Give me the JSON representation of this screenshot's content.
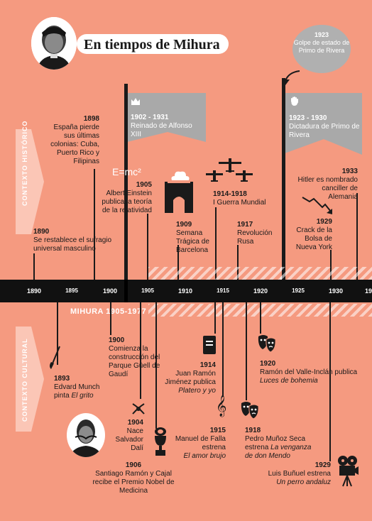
{
  "title": "En tiempos de Mihura",
  "sections": {
    "historic": "CONTEXTO HISTÓRICO",
    "cultural": "CONTEXTO CULTURAL"
  },
  "axis_years": [
    "1890",
    "1895",
    "1900",
    "1905",
    "1910",
    "1915",
    "1920",
    "1925",
    "1930",
    "19"
  ],
  "mihura_span": "MIHURA 1905-1977",
  "badge": {
    "year": "1923",
    "text": "Golpe de estado de Primo de Rivera"
  },
  "flags": [
    {
      "years": "1902 - 1931",
      "label": "Reinado de Alfonso XIII",
      "icon": "crown-icon"
    },
    {
      "years": "1923 - 1930",
      "label": "Dictadura de Primo de Rivera",
      "icon": "hand-icon"
    }
  ],
  "events_top": [
    {
      "year": "1898",
      "text": "España pierde sus últimas colonias: Cuba, Puerto Rico y Filipinas"
    },
    {
      "year": "1905",
      "text": "Albert Einstein publica la teoría de la relatividad",
      "icon_text": "E=mc²"
    },
    {
      "year": "1890",
      "text": "Se restablece el sufragio universal masculino"
    },
    {
      "year": "1909",
      "text": "Semana Trágica de Barcelona"
    },
    {
      "year": "1914-1918",
      "text": "I Guerra Mundial"
    },
    {
      "year": "1917",
      "text": "Revolución Rusa"
    },
    {
      "year": "1929",
      "text": "Crack de la Bolsa de Nueva York"
    },
    {
      "year": "1933",
      "text": "Hitler es nombrado canciller de Alemania"
    }
  ],
  "events_bottom": [
    {
      "year": "1893",
      "text": "Edvard Munch pinta",
      "work": "El grito"
    },
    {
      "year": "1900",
      "text": "Comienza la construcción del Parque Güell de Gaudí"
    },
    {
      "year": "1904",
      "text": "Nace Salvador Dalí"
    },
    {
      "year": "1906",
      "text": "Santiago Ramón y Cajal recibe el Premio Nobel de Medicina"
    },
    {
      "year": "1914",
      "text": "Juan Ramón Jiménez publica",
      "work": "Platero y yo"
    },
    {
      "year": "1915",
      "text": "Manuel de Falla estrena",
      "work": "El amor brujo"
    },
    {
      "year": "1918",
      "text": "Pedro Muñoz Seca estrena",
      "work": "La venganza de don Mendo"
    },
    {
      "year": "1920",
      "text": "Ramón del Valle-Inclán publica",
      "work": "Luces de bohemia"
    },
    {
      "year": "1929",
      "text": "Luis Buñuel estrena",
      "work": "Un perro andaluz"
    }
  ],
  "colors": {
    "background": "#f59a80",
    "dark": "#1a1a1a",
    "flag": "#a8a8a8",
    "badge": "#b0b0b0"
  }
}
